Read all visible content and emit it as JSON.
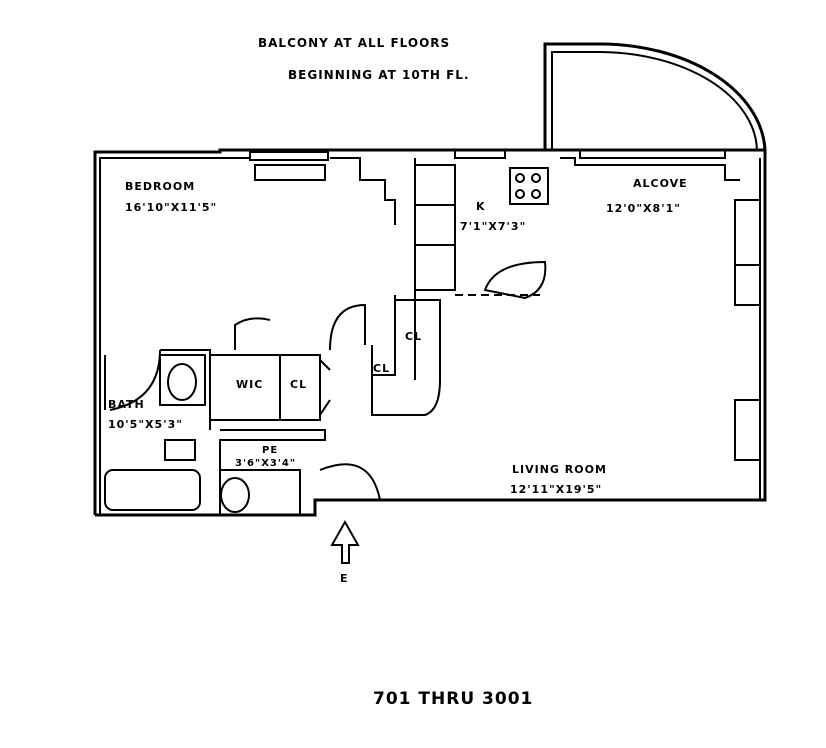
{
  "notes": {
    "line1": "BALCONY AT ALL FLOORS",
    "line2": "BEGINNING AT 10TH FL."
  },
  "rooms": {
    "bedroom": {
      "name": "BEDROOM",
      "dims": "16'10\"X11'5\""
    },
    "kitchen": {
      "name": "K",
      "dims": "7'1\"X7'3\""
    },
    "alcove": {
      "name": "ALCOVE",
      "dims": "12'0\"X8'1\""
    },
    "closet1": {
      "name": "CL"
    },
    "closet2": {
      "name": "CL"
    },
    "closet3": {
      "name": "CL"
    },
    "wic": {
      "name": "WIC"
    },
    "bath": {
      "name": "BATH",
      "dims": "10'5\"X5'3\""
    },
    "pe": {
      "name": "PE",
      "dims": "3'6\"X3'4\""
    },
    "living": {
      "name": "LIVING ROOM",
      "dims": "12'11\"X19'5\""
    }
  },
  "entry": {
    "label": "E"
  },
  "units": "701 THRU 3001"
}
